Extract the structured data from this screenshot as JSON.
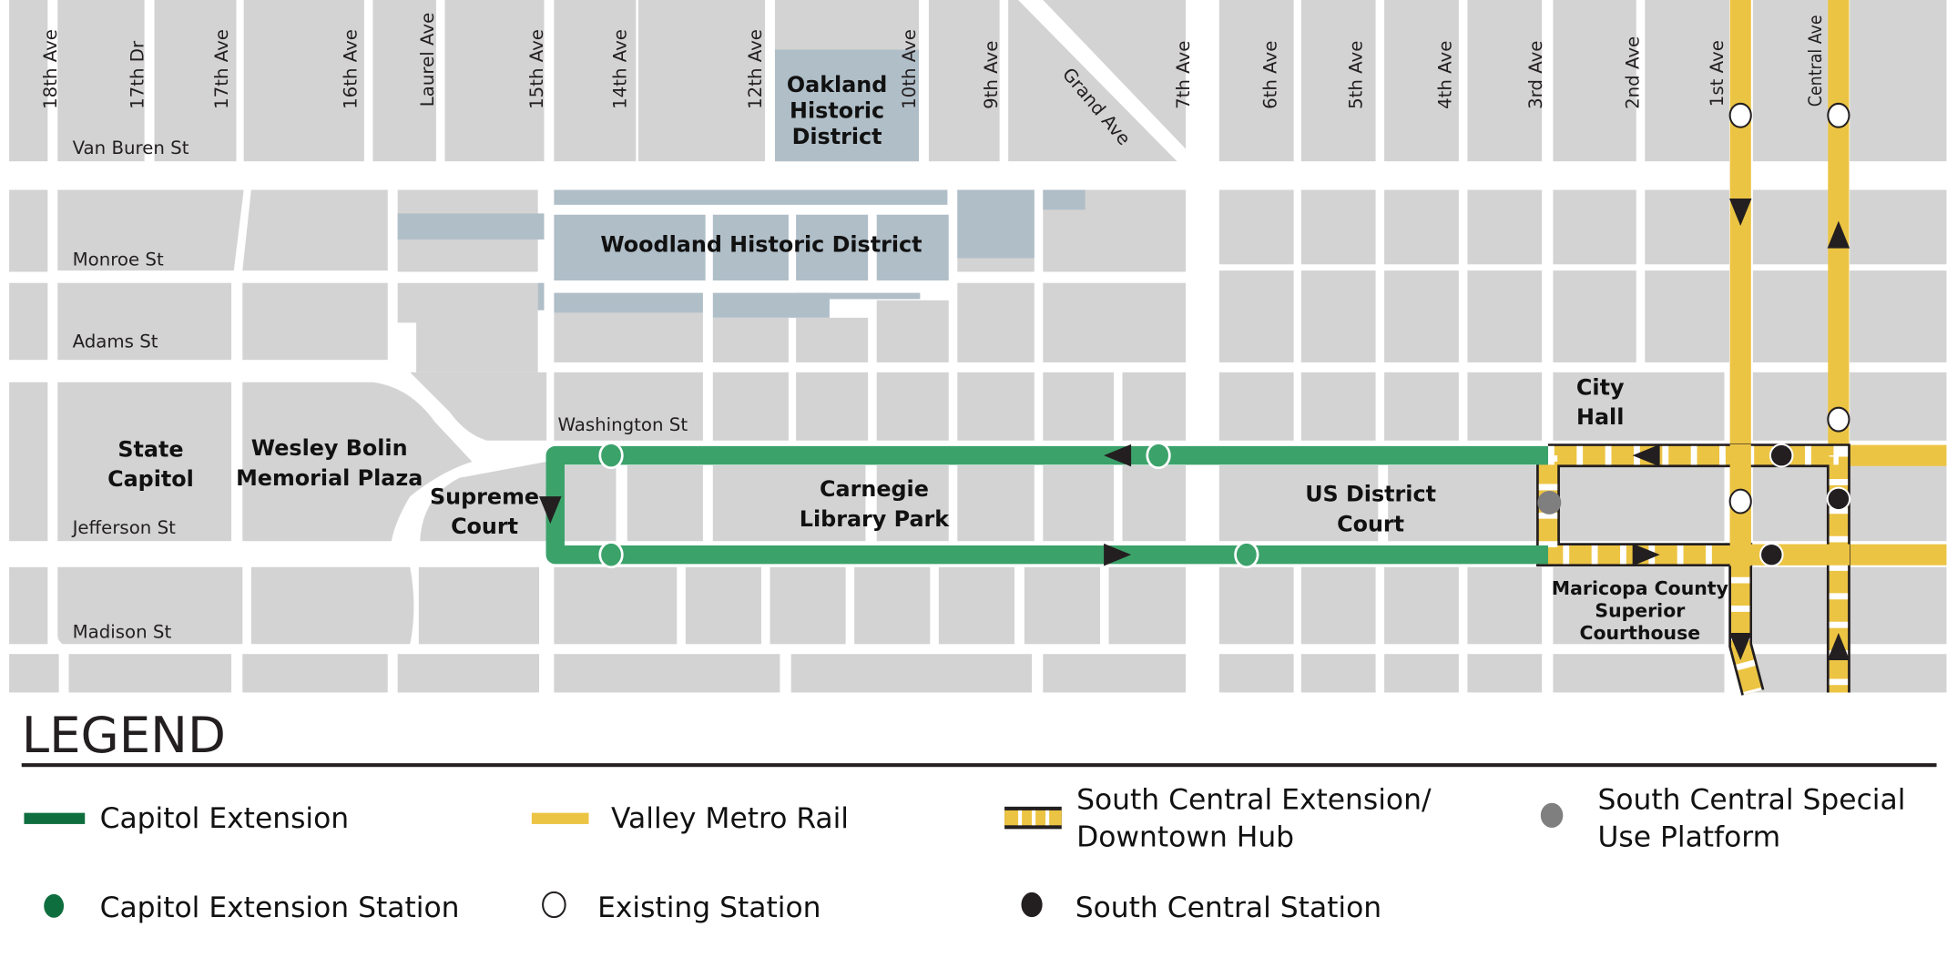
{
  "map": {
    "avenues": [
      "18th Ave",
      "17th Dr",
      "17th Ave",
      "16th Ave",
      "Laurel Ave",
      "15th Ave",
      "14th Ave",
      "12th Ave",
      "10th Ave",
      "9th Ave",
      "Grand Ave",
      "7th Ave",
      "6th Ave",
      "5th Ave",
      "4th Ave",
      "3rd Ave",
      "2nd Ave",
      "1st Ave",
      "Central Ave"
    ],
    "streets": [
      "Van Buren St",
      "Monroe St",
      "Adams St",
      "Washington St",
      "Jefferson St",
      "Madison St"
    ],
    "landmarks": {
      "oakland": [
        "Oakland",
        "Historic",
        "District"
      ],
      "woodland": "Woodland Historic District",
      "state_capitol": [
        "State",
        "Capitol"
      ],
      "wesley_bolin": [
        "Wesley Bolin",
        "Memorial Plaza"
      ],
      "supreme_court": [
        "Supreme",
        "Court"
      ],
      "carnegie": [
        "Carnegie",
        "Library Park"
      ],
      "us_district_court": [
        "US District",
        "Court"
      ],
      "city_hall": [
        "City",
        "Hall"
      ],
      "maricopa": [
        "Maricopa County",
        "Superior",
        "Courthouse"
      ]
    },
    "colors": {
      "capitol_extension": "#3ba26a",
      "valley_metro_rail": "#ecc443",
      "block": "#d3d3d3",
      "historic_district": "#b0bec8",
      "south_central_station": "#231f20",
      "special_use_platform": "#7f7f7f"
    }
  },
  "legend": {
    "title": "LEGEND",
    "items": [
      {
        "label": "Capitol Extension",
        "symbol": "green-line",
        "color": "#0f6e3d"
      },
      {
        "label": "Valley Metro Rail",
        "symbol": "yellow-line",
        "color": "#ecc443"
      },
      {
        "label_lines": [
          "South Central Extension/",
          "Downtown Hub"
        ],
        "symbol": "striped-yellow-line"
      },
      {
        "label_lines": [
          "South Central Special",
          "Use Platform"
        ],
        "symbol": "gray-dot",
        "color": "#7f7f7f"
      },
      {
        "label": "Capitol Extension Station",
        "symbol": "green-dot",
        "color": "#0f6e3d"
      },
      {
        "label": "Existing Station",
        "symbol": "hollow-dot"
      },
      {
        "label": "South Central Station",
        "symbol": "black-dot",
        "color": "#231f20"
      }
    ]
  }
}
